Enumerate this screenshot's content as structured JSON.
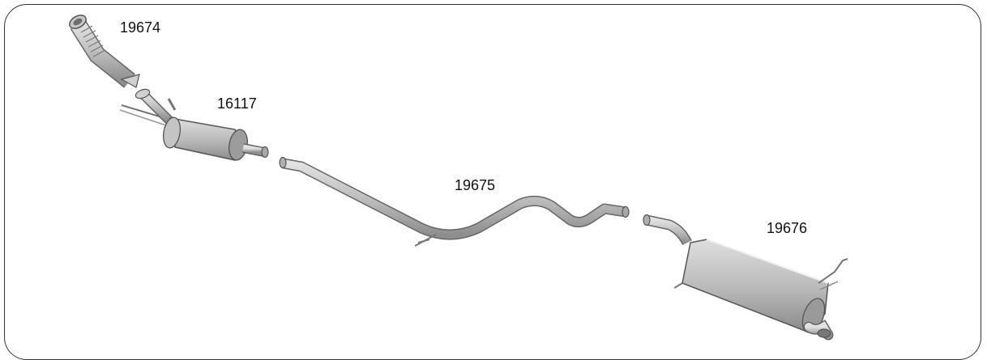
{
  "diagram": {
    "parts": [
      {
        "id": "flex-pipe",
        "number": "19674"
      },
      {
        "id": "front-silencer",
        "number": "16117"
      },
      {
        "id": "middle-pipe",
        "number": "19675"
      },
      {
        "id": "rear-silencer",
        "number": "19676"
      }
    ]
  },
  "colors": {
    "frame": "#333333",
    "metal_light": "#d6d6d6",
    "metal_mid": "#b4b4b4",
    "metal_dark": "#8c8c8c",
    "outline": "#555555"
  }
}
